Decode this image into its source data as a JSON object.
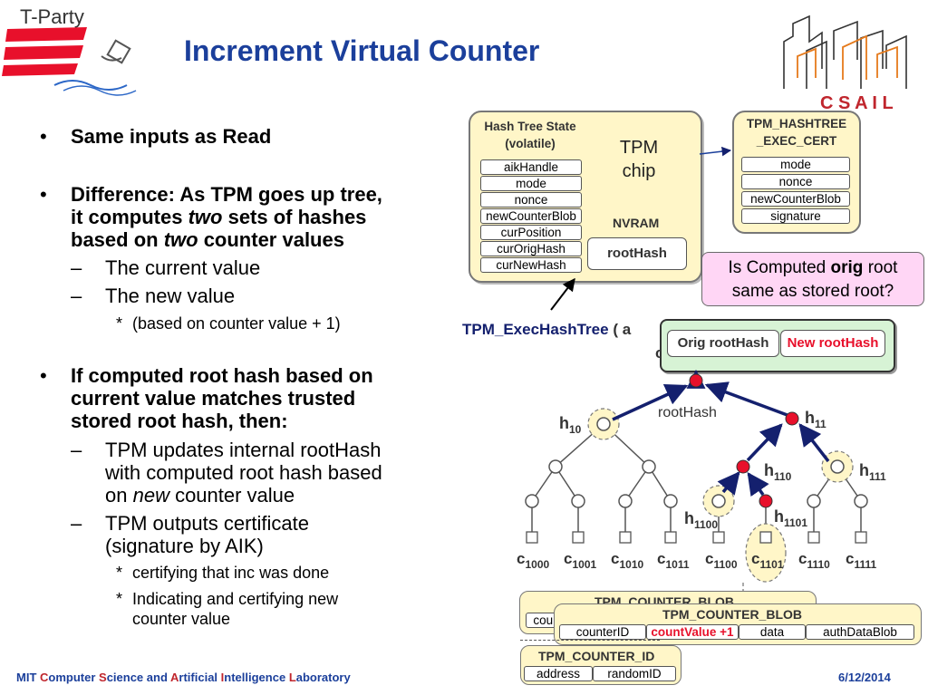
{
  "header": {
    "logo_text": "T-Party",
    "title": "Increment Virtual Counter",
    "csail_text": "C S A I L"
  },
  "bullets": {
    "b1": "Same inputs as Read",
    "b2_line1": "Difference: As TPM goes up tree,",
    "b2_line2a": "it computes ",
    "b2_line2b": "two",
    "b2_line2c": " sets of hashes",
    "b2_line3a": "based on ",
    "b2_line3b": "two",
    "b2_line3c": " counter values",
    "sub1": "The current value",
    "sub2": "The new value",
    "subsub1": "(based on counter value + 1)",
    "b3_line1": "If computed root hash based on",
    "b3_line2": "current value matches trusted",
    "b3_line3": "stored root hash, then:",
    "sub3_line1": "TPM updates internal rootHash",
    "sub3_line2": "with computed root hash based",
    "sub3_line3a": "on ",
    "sub3_line3b": "new",
    "sub3_line3c": " counter value",
    "sub4_line1": "TPM outputs certificate",
    "sub4_line2": "(signature by AIK)",
    "subsub2": "certifying that inc was done",
    "subsub3_line1": "Indicating and certifying new",
    "subsub3_line2": "counter value",
    "dash": "–",
    "star": "*",
    "dot": "•"
  },
  "tpm": {
    "state_title_1": "Hash Tree State",
    "state_title_2": "(volatile)",
    "fields": [
      "aikHandle",
      "mode",
      "nonce",
      "newCounterBlob",
      "curPosition",
      "curOrigHash",
      "curNewHash"
    ],
    "chip_1": "TPM",
    "chip_2": "chip",
    "nvram": "NVRAM",
    "root_hash": "rootHash"
  },
  "cert": {
    "title_1": "TPM_HASHTREE",
    "title_2": "_EXEC_CERT",
    "fields": [
      "mode",
      "nonce",
      "newCounterBlob",
      "signature"
    ]
  },
  "question": {
    "line1a": "Is Computed ",
    "line1b": "orig",
    "line1c": " root",
    "line2": "same as stored root?"
  },
  "exec": {
    "label": "TPM_ExecHashTree",
    "args_partial": "( a",
    "args_partial2": "c",
    "orig_root": "Orig rootHash",
    "new_root": "New rootHash"
  },
  "tree": {
    "root_label": "rootHash",
    "h10": "h",
    "h10_sub": "10",
    "h11": "h",
    "h11_sub": "11",
    "h110": "h",
    "h110_sub": "110",
    "h111": "h",
    "h111_sub": "111",
    "h1100": "h",
    "h1100_sub": "1100",
    "h1101": "h",
    "h1101_sub": "1101",
    "leaves": [
      {
        "c": "c",
        "sub": "1000"
      },
      {
        "c": "c",
        "sub": "1001"
      },
      {
        "c": "c",
        "sub": "1010"
      },
      {
        "c": "c",
        "sub": "1011"
      },
      {
        "c": "c",
        "sub": "1100"
      },
      {
        "c": "c",
        "sub": "1101"
      },
      {
        "c": "c",
        "sub": "1110"
      },
      {
        "c": "c",
        "sub": "1111"
      }
    ]
  },
  "blob": {
    "back_title": "TPM_COUNTER_BLOB",
    "back_field": "coun",
    "title": "TPM_COUNTER_BLOB",
    "fields": [
      "counterID",
      "countValue +1",
      "data",
      "authDataBlob"
    ],
    "id_title": "TPM_COUNTER_ID",
    "id_fields": [
      "address",
      "randomID"
    ]
  },
  "footer": {
    "m": "MIT ",
    "c": "C",
    "omputer": "omputer ",
    "s": "S",
    "cience": "cience and ",
    "a": "A",
    "rtificial": "rtificial ",
    "i": "I",
    "ntelligence": "ntelligence ",
    "l": "L",
    "aboratory": "aboratory",
    "date": "6/12/2014"
  },
  "colors": {
    "title": "#1b3f9b",
    "red": "#e8102b",
    "navy": "#14206e",
    "yellow_box": "#fff6c8",
    "pink_box": "#ffd6f5",
    "green_box": "#d7f3d5"
  }
}
